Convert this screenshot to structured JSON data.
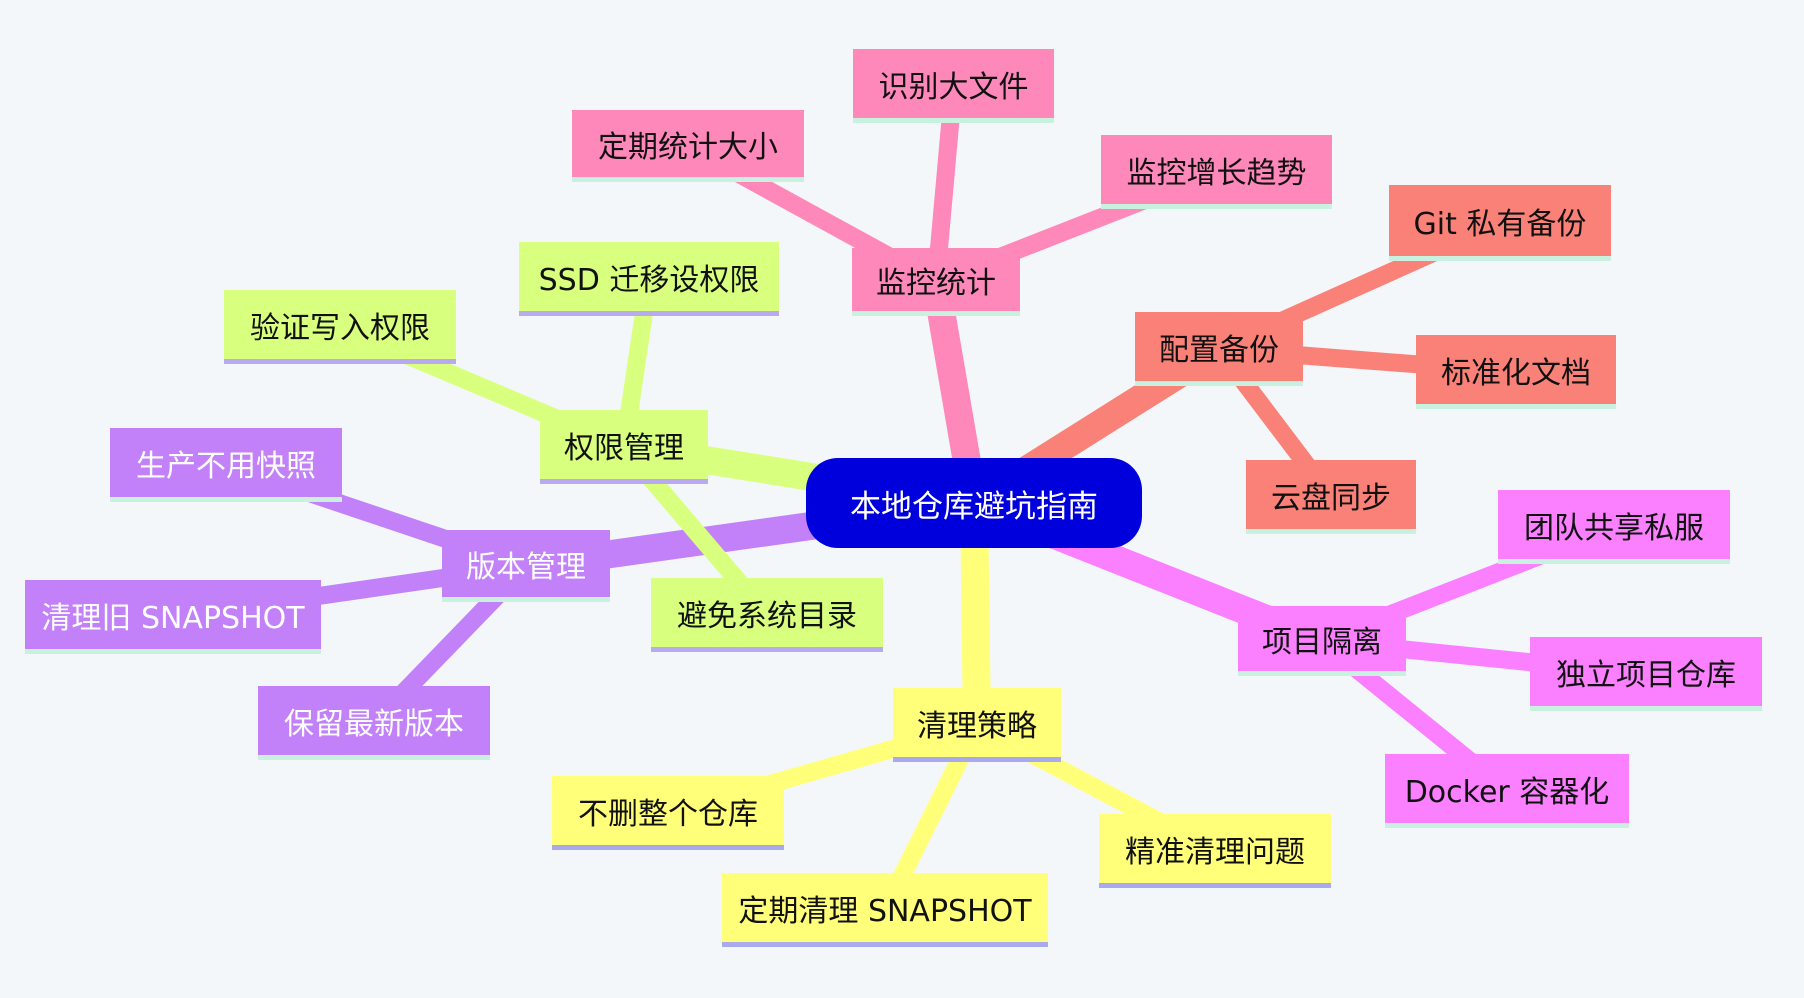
{
  "root": {
    "label": "本地仓库避坑指南",
    "color": "#0000dd"
  },
  "branches": [
    {
      "id": "monitor",
      "label": "监控统计",
      "color": "#ff88bb",
      "children": [
        "定期统计大小",
        "识别大文件",
        "监控增长趋势"
      ]
    },
    {
      "id": "config",
      "label": "配置备份",
      "color": "#fa8178",
      "children": [
        "Git 私有备份",
        "标准化文档",
        "云盘同步"
      ]
    },
    {
      "id": "isolate",
      "label": "项目隔离",
      "color": "#fb80ff",
      "children": [
        "团队共享私服",
        "独立项目仓库",
        "Docker 容器化"
      ]
    },
    {
      "id": "cleanup",
      "label": "清理策略",
      "color": "#ffff7a",
      "children": [
        "不删整个仓库",
        "定期清理 SNAPSHOT",
        "精准清理问题"
      ]
    },
    {
      "id": "version",
      "label": "版本管理",
      "color": "#c281f8",
      "children": [
        "生产不用快照",
        "清理旧 SNAPSHOT",
        "保留最新版本"
      ]
    },
    {
      "id": "perm",
      "label": "权限管理",
      "color": "#d8ff7e",
      "children": [
        "验证写入权限",
        "SSD 迁移设权限",
        "避免系统目录"
      ]
    }
  ]
}
